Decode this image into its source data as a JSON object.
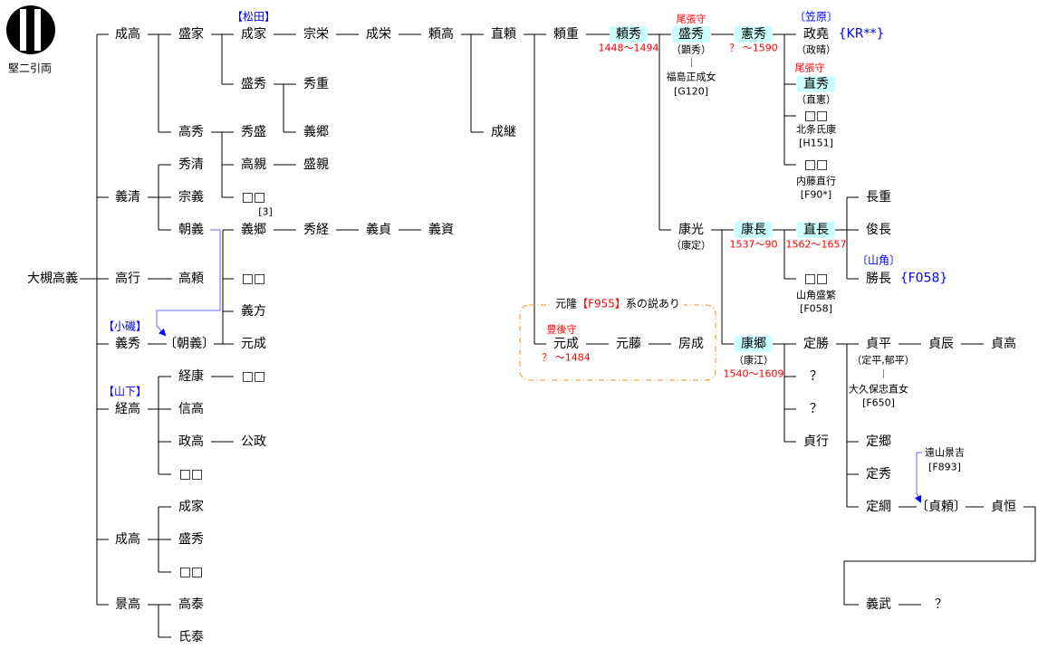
{
  "crest": {
    "label": "堅二引両",
    "icon": "futatsu-hikiryo-crest-icon"
  },
  "colors": {
    "highlight": "#ccffff",
    "note_red": "#ff0000",
    "note_blue": "#0000ff",
    "box_orange": "#ff8c1a",
    "arrow_blue": "#6666ff"
  },
  "names": [
    "大槻高義",
    "成高",
    "盛家",
    "成家",
    "宗栄",
    "成栄",
    "頼高",
    "直頼",
    "頼重",
    "頼秀",
    "盛秀",
    "憲秀",
    "政堯",
    "盛秀",
    "秀重",
    "直秀",
    "□□",
    "高秀",
    "秀盛",
    "義郷",
    "成継",
    "秀清",
    "高親",
    "盛親",
    "□□",
    "義清",
    "宗義",
    "□□",
    "長重",
    "朝義",
    "義郷",
    "秀経",
    "義貞",
    "義資",
    "康光",
    "康長",
    "直長",
    "俊長",
    "高行",
    "高頼",
    "□□",
    "□□",
    "勝長",
    "義方",
    "義秀",
    "〔朝義〕",
    "元成",
    "元成",
    "元藤",
    "房成",
    "康郷",
    "定勝",
    "貞平",
    "貞辰",
    "貞高",
    "経康",
    "□□",
    "？",
    "経高",
    "信高",
    "？",
    "政高",
    "公政",
    "貞行",
    "定郷",
    "□□",
    "定秀",
    "成家",
    "定綱",
    "〔貞頼〕",
    "貞恒",
    "成高",
    "盛秀",
    "□□",
    "景高",
    "義武",
    "？",
    "高泰",
    "氏泰"
  ],
  "notes": [
    "【松田】",
    "尾張守",
    "〔笠原〕",
    "{KR**}",
    "1448〜1494",
    "（顕秀）",
    "福島正成女",
    "[G120]",
    "？ 〜1590",
    "（政晴）",
    "尾張守",
    "（直憲）",
    "北条氏康",
    "[H151]",
    "内藤直行",
    "[F90*]",
    "[3]",
    "（康定）",
    "1537〜90",
    "1562〜1657",
    "〔山角〕",
    "{F058}",
    "山角盛繁",
    "[F058]",
    "豊後守",
    "？ 〜1484",
    "（康江）",
    "1540〜1609",
    "（定平,郁平）",
    "大久保忠直女",
    "[F650]",
    "遠山景吉",
    "[F893]",
    "【小磯】",
    "【山下】"
  ],
  "alt_lineage_note": {
    "prefix": "元隆",
    "ref": "【F955】",
    "suffix": "系の説あり"
  }
}
